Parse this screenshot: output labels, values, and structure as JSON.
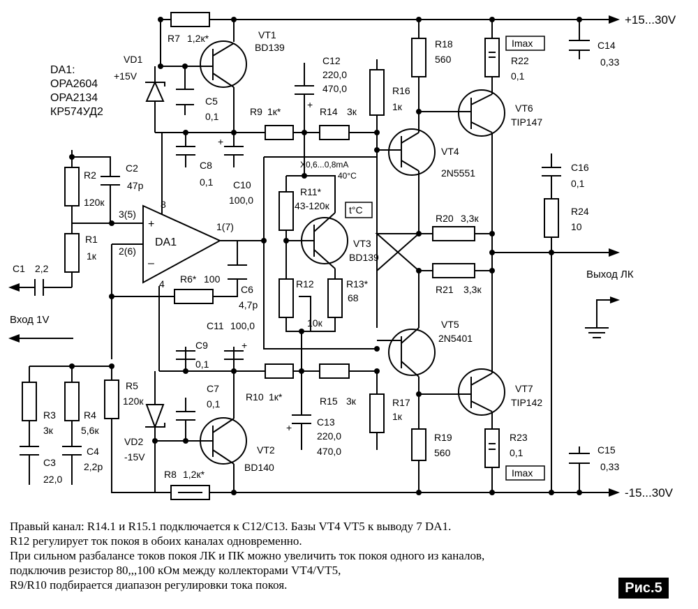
{
  "rails": {
    "positive": "+15...30V",
    "negative": "-15...30V"
  },
  "da1": {
    "title": "DA1:",
    "variants": [
      "OPA2604",
      "OPA2134",
      "КР574УД2"
    ],
    "body_label": "DA1",
    "pin_plus": "3(5)",
    "pin_minus": "2(6)",
    "pin_out": "1(7)",
    "pin_vplus": "8",
    "pin_vminus": "4",
    "plus_sign": "+",
    "minus_sign": "–"
  },
  "input": {
    "label": "Вход 1V"
  },
  "output": {
    "label": "Выход ЛК"
  },
  "thermal": {
    "label": "t°C",
    "note_current": "X0,6...0,8mA",
    "note_temp": "40°C"
  },
  "imax_label": "Imax",
  "polarity": "+",
  "components": [
    {
      "id": "R7",
      "name": "R7",
      "value": "1,2к*"
    },
    {
      "id": "VT1",
      "name": "VT1",
      "value": "BD139"
    },
    {
      "id": "VD1",
      "name": "VD1",
      "value": "+15V"
    },
    {
      "id": "C5",
      "name": "C5",
      "value": "0,1"
    },
    {
      "id": "C12",
      "name": "C12",
      "value": "220,0",
      "value2": "470,0"
    },
    {
      "id": "R9",
      "name": "R9",
      "value": "1к*"
    },
    {
      "id": "R14",
      "name": "R14",
      "value": "3к"
    },
    {
      "id": "R16",
      "name": "R16",
      "value": "1к"
    },
    {
      "id": "R18",
      "name": "R18",
      "value": "560"
    },
    {
      "id": "R22",
      "name": "R22",
      "value": "0,1"
    },
    {
      "id": "C14",
      "name": "C14",
      "value": "0,33"
    },
    {
      "id": "VT6",
      "name": "VT6",
      "value": "TIP147"
    },
    {
      "id": "VT4",
      "name": "VT4",
      "value": "2N5551"
    },
    {
      "id": "C8",
      "name": "C8",
      "value": "0,1"
    },
    {
      "id": "C10",
      "name": "C10",
      "value": "100,0"
    },
    {
      "id": "R2",
      "name": "R2",
      "value": "120к"
    },
    {
      "id": "C2",
      "name": "C2",
      "value": "47p"
    },
    {
      "id": "R1",
      "name": "R1",
      "value": "1к"
    },
    {
      "id": "C1",
      "name": "C1",
      "value": "2,2"
    },
    {
      "id": "R11",
      "name": "R11*",
      "value": "43-120к"
    },
    {
      "id": "VT3",
      "name": "VT3",
      "value": "BD139"
    },
    {
      "id": "R12",
      "name": "R12",
      "value": "10к"
    },
    {
      "id": "R13",
      "name": "R13*",
      "value": "68"
    },
    {
      "id": "R6",
      "name": "R6*",
      "value": "100"
    },
    {
      "id": "C6",
      "name": "C6",
      "value": "4,7p"
    },
    {
      "id": "C16",
      "name": "C16",
      "value": "0,1"
    },
    {
      "id": "R24",
      "name": "R24",
      "value": "10"
    },
    {
      "id": "R20",
      "name": "R20",
      "value": "3,3к"
    },
    {
      "id": "R21",
      "name": "R21",
      "value": "3,3к"
    },
    {
      "id": "VT5",
      "name": "VT5",
      "value": "2N5401"
    },
    {
      "id": "C11",
      "name": "C11",
      "value": "100,0"
    },
    {
      "id": "C9",
      "name": "C9",
      "value": "0,1"
    },
    {
      "id": "R5",
      "name": "R5",
      "value": "120к"
    },
    {
      "id": "C7",
      "name": "C7",
      "value": "0,1"
    },
    {
      "id": "R10",
      "name": "R10",
      "value": "1к*"
    },
    {
      "id": "R15",
      "name": "R15",
      "value": "3к"
    },
    {
      "id": "C13",
      "name": "C13",
      "value": "220,0",
      "value2": "470,0"
    },
    {
      "id": "R17",
      "name": "R17",
      "value": "1к"
    },
    {
      "id": "VT7",
      "name": "VT7",
      "value": "TIP142"
    },
    {
      "id": "R3",
      "name": "R3",
      "value": "3к"
    },
    {
      "id": "R4",
      "name": "R4",
      "value": "5,6к"
    },
    {
      "id": "C3",
      "name": "C3",
      "value": "22,0"
    },
    {
      "id": "C4",
      "name": "C4",
      "value": "2,2p"
    },
    {
      "id": "VD2",
      "name": "VD2",
      "value": "-15V"
    },
    {
      "id": "VT2",
      "name": "VT2",
      "value": "BD140"
    },
    {
      "id": "R8",
      "name": "R8",
      "value": "1,2к*"
    },
    {
      "id": "R19",
      "name": "R19",
      "value": "560"
    },
    {
      "id": "R23",
      "name": "R23",
      "value": "0,1"
    },
    {
      "id": "C15",
      "name": "C15",
      "value": "0,33"
    }
  ],
  "notes": [
    "Правый канал: R14.1 и R15.1 подключается к C12/C13. Базы VT4 VT5 к выводу 7 DA1.",
    "R12 регулирует ток покоя в обоих каналах одновременно.",
    "При сильном разбалансе токов покоя ЛК и ПК можно увеличить ток покоя одного из каналов,",
    "подключив резистор 80,,,100 кОм между коллекторами VT4/VT5,",
    "R9/R10 подбирается диапазон регулировки тока покоя."
  ],
  "figure_label": "Рис.5"
}
